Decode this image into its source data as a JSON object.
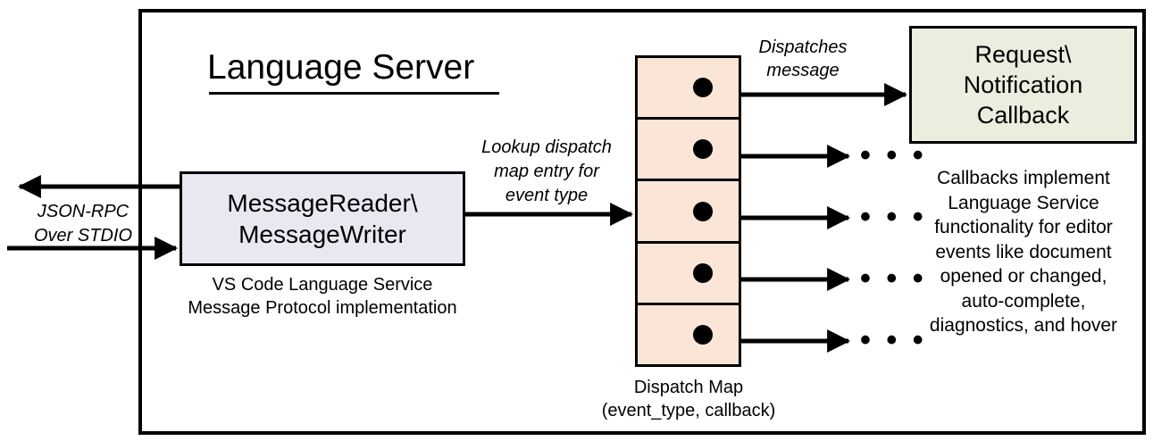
{
  "diagram": {
    "title": "Language Server",
    "frame_color": "#000000",
    "background": "#ffffff"
  },
  "nodes": {
    "message_reader": {
      "label": "MessageReader\\\nMessageWriter",
      "caption": "VS Code Language Service\nMessage Protocol implementation",
      "fill": "#EAE7F1",
      "stroke": "#000000"
    },
    "dispatch_map": {
      "caption": "Dispatch Map\n(event_type, callback)",
      "fill": "#FBE5D6",
      "stroke": "#000000",
      "row_count": 5,
      "rows": [
        {
          "dot": "entry-dot"
        },
        {
          "dot": "entry-dot"
        },
        {
          "dot": "entry-dot"
        },
        {
          "dot": "entry-dot"
        },
        {
          "dot": "entry-dot"
        }
      ]
    },
    "callback": {
      "label": "Request\\\nNotification\nCallback",
      "caption": "Callbacks implement\nLanguage Service\nfunctionality for editor\nevents like document\nopened or changed,\nauto-complete,\ndiagnostics, and hover",
      "fill": "#E9EEDE",
      "stroke": "#000000"
    }
  },
  "edges": {
    "io_label": "JSON-RPC\nOver STDIO",
    "lookup_label": "Lookup dispatch\nmap entry for\nevent type",
    "dispatches_label": "Dispatches\nmessage",
    "ellipsis": "• • •",
    "ellipsis_count": 4
  }
}
